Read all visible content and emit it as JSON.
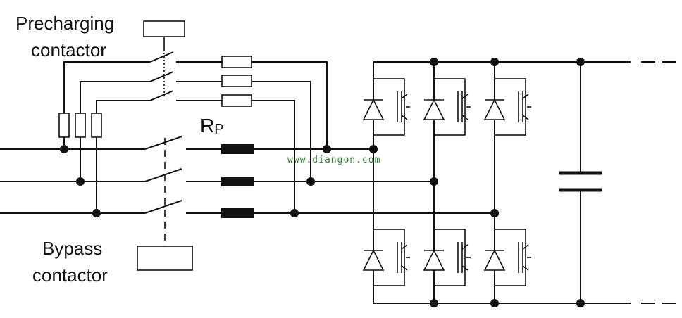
{
  "labels": {
    "precharging_line1": "Precharging",
    "precharging_line2": "contactor",
    "bypass_line1": "Bypass",
    "bypass_line2": "contactor",
    "rp_main": "R",
    "rp_sub": "P",
    "watermark": "www.diangon.com"
  },
  "colors": {
    "wire": "#111111",
    "watermark": "#2a8a2a"
  }
}
